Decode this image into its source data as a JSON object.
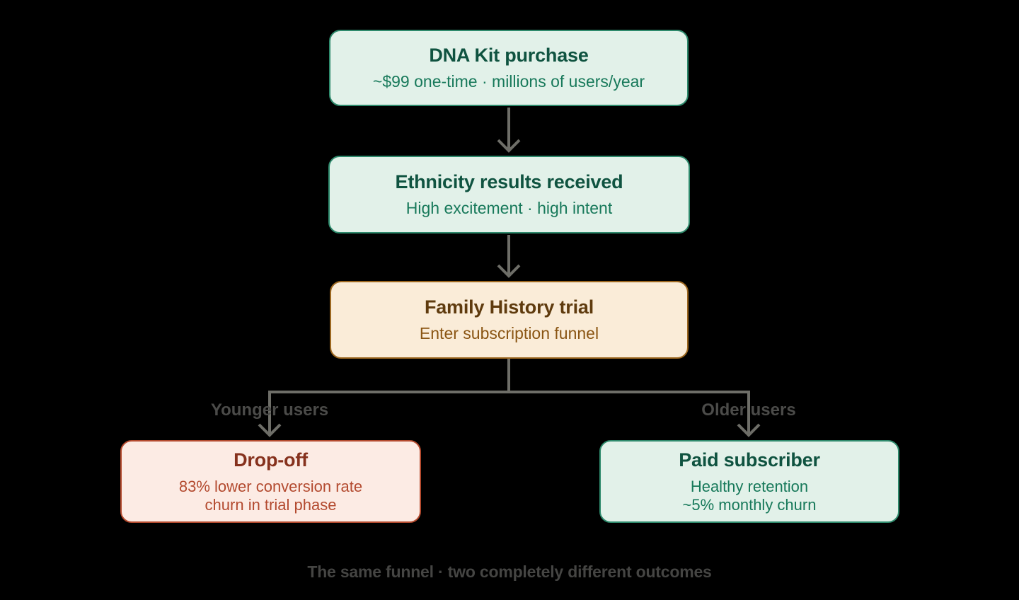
{
  "colors": {
    "background": "#000000",
    "line": "#6e6e68",
    "branch_label": "#4b4b49",
    "caption": "#454543",
    "green_fill": "#e2f1e9",
    "green_border": "#2e8a6c",
    "green_title": "#0f5340",
    "green_subtitle": "#17795a",
    "amber_fill": "#faecd8",
    "amber_border": "#9c671f",
    "amber_title": "#5f3b0e",
    "amber_subtitle": "#8a5513",
    "red_fill": "#fcebe4",
    "red_border": "#b44a2e",
    "red_title": "#86311d",
    "red_subtitle": "#b34a2f"
  },
  "nodes": {
    "dna": {
      "title": "DNA Kit purchase",
      "subtitle": "~$99 one-time · millions of users/year"
    },
    "ethnicity": {
      "title": "Ethnicity results received",
      "subtitle": "High excitement · high intent"
    },
    "trial": {
      "title": "Family History trial",
      "subtitle": "Enter subscription funnel"
    },
    "dropoff": {
      "title": "Drop-off",
      "subtitle_line1": "83% lower conversion rate",
      "subtitle_line2": "churn in trial phase"
    },
    "paid": {
      "title": "Paid subscriber",
      "subtitle_line1": "Healthy retention",
      "subtitle_line2": "~5% monthly churn"
    }
  },
  "branches": {
    "left_label": "Younger users",
    "right_label": "Older users"
  },
  "caption": "The same funnel · two completely different outcomes"
}
